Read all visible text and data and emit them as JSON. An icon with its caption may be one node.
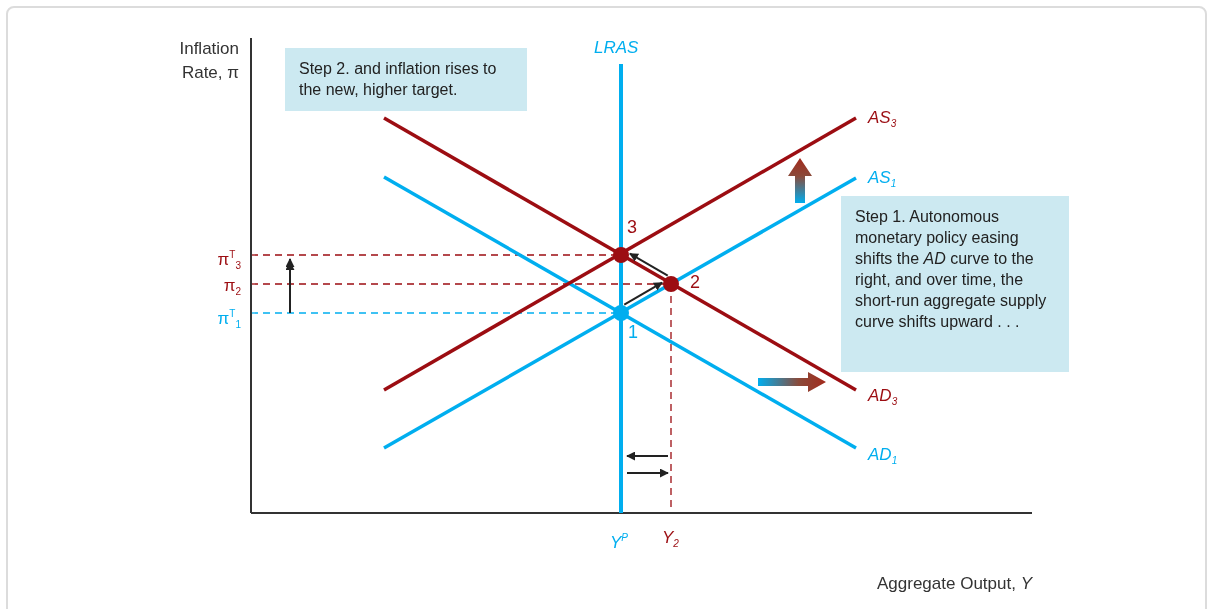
{
  "diagram": {
    "nodes": [
      {
        "text": [
          "Step 2. and inflation rises to the new, higher target."
        ]
      },
      {
        "text": [
          "Step 1. Autonomous monetary policy easing shifts the *AD* curve to the right, and over time, the short-run aggregate supply curve shifts upward . . ."
        ]
      },
      {
        "text": [],
        "shape": "circle",
        "beside": [
          "1"
        ]
      },
      {
        "text": [],
        "shape": "circle",
        "beside": [
          "2"
        ]
      },
      {
        "text": [],
        "shape": "circle",
        "beside": [
          "3"
        ]
      }
    ],
    "edges": [
      {
        "from": 2,
        "to": 3,
        "arrow": "to"
      },
      {
        "from": 3,
        "to": 4,
        "arrow": "to"
      }
    ],
    "labels": [
      "Inflation Rate, π",
      "LRAS",
      "AS$_{3}$",
      "AS$_{1}$",
      "π$^{T}$$_{3}$",
      "π$_{2}$",
      "π$^{T}$$_{1}$",
      "AD$_{3}$",
      "AD$_{1}$",
      "Y$^{P}$",
      "Y$_{2}$",
      "Aggregate Output, *Y*"
    ]
  }
}
